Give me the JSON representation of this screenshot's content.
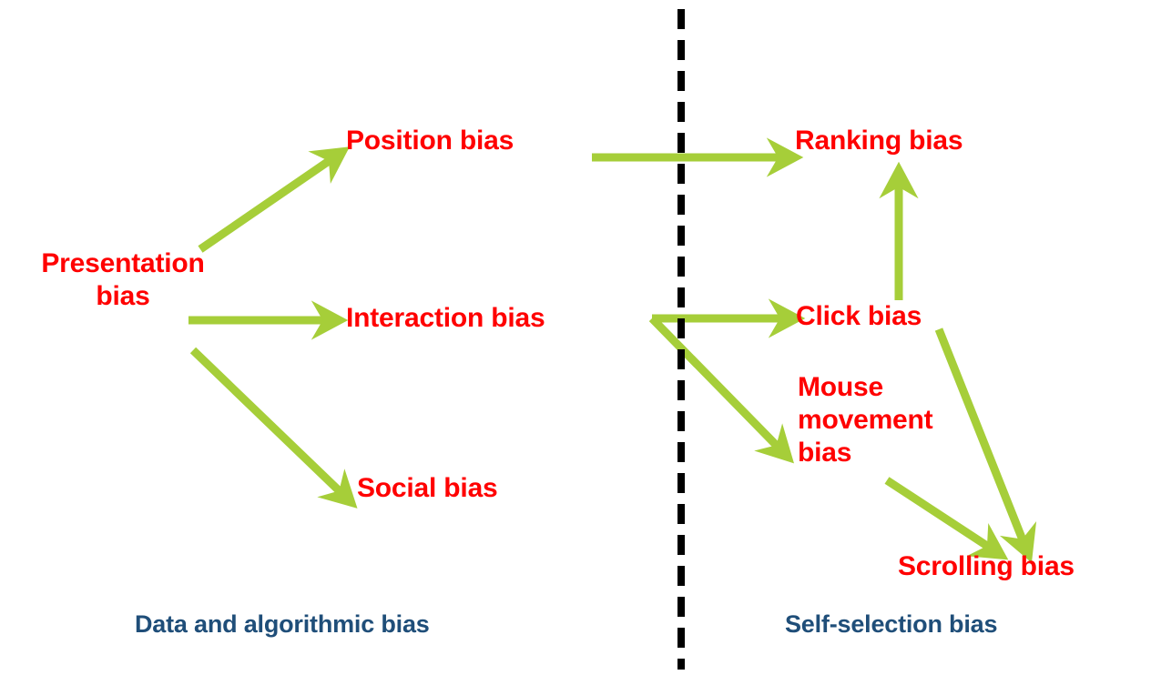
{
  "figure": {
    "background_color": "#ffffff",
    "node_text_color": "#ff0000",
    "arrow_color": "#a6ce39",
    "group_label_color": "#1f4e79",
    "divider_color": "#000000"
  },
  "nodes": {
    "presentation_bias": "Presentation\nbias",
    "position_bias": "Position bias",
    "interaction_bias": "Interaction bias",
    "social_bias": "Social bias",
    "ranking_bias": "Ranking bias",
    "click_bias": "Click bias",
    "mouse_movement_bias": "Mouse\nmovement\nbias",
    "scrolling_bias": "Scrolling bias"
  },
  "groups": {
    "left": "Data and algorithmic bias",
    "right": "Self-selection bias"
  },
  "edges": [
    {
      "from": "presentation_bias",
      "to": "position_bias"
    },
    {
      "from": "presentation_bias",
      "to": "interaction_bias"
    },
    {
      "from": "presentation_bias",
      "to": "social_bias"
    },
    {
      "from": "position_bias",
      "to": "ranking_bias"
    },
    {
      "from": "interaction_bias",
      "to": "click_bias"
    },
    {
      "from": "interaction_bias",
      "to": "mouse_movement_bias"
    },
    {
      "from": "click_bias",
      "to": "ranking_bias"
    },
    {
      "from": "click_bias",
      "to": "scrolling_bias"
    },
    {
      "from": "mouse_movement_bias",
      "to": "scrolling_bias"
    }
  ],
  "divider": {
    "orientation": "vertical",
    "style": "dashed"
  }
}
